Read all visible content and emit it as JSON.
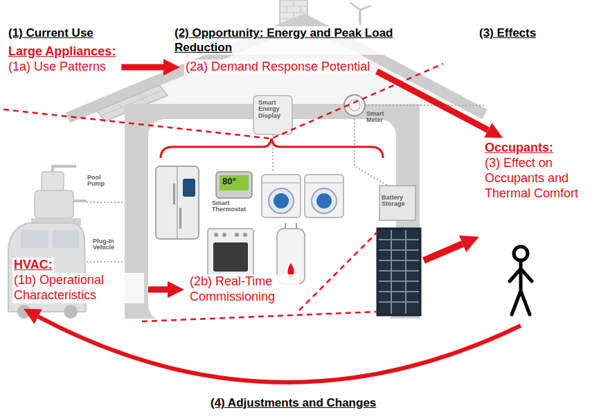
{
  "diagram": {
    "nodes": [
      {
        "text": [
          "Large Appliances:",
          "(1a) Use Patterns"
        ]
      },
      {
        "text": [
          "(2a) Demand Response Potential"
        ]
      },
      {
        "text": [
          "Occupants:",
          "(3) Effect on Occupants and Thermal Comfort"
        ]
      },
      {
        "text": [
          "HVAC:",
          "(1b) Operational Characteristics"
        ]
      },
      {
        "text": [
          "(2b) Real-Time Commissioning"
        ]
      }
    ],
    "edges": [
      {
        "from": 0,
        "to": 1,
        "arrow": "to"
      },
      {
        "from": 1,
        "to": 2,
        "arrow": "to"
      },
      {
        "from": 3,
        "to": 4,
        "arrow": "to"
      },
      {
        "from": 2,
        "to": 3,
        "arrow": "to"
      }
    ],
    "labels": [
      "(1) Current Use",
      "(2) Opportunity: Energy and Peak Load Reduction",
      "(3) Effects",
      "(4) Adjustments and Changes",
      "Smart Energy Display",
      "80°",
      "Smart Thermostat",
      "Pool Pump",
      "Plug-In Vehicle",
      "Smart Meter",
      "Battery Storage"
    ]
  }
}
